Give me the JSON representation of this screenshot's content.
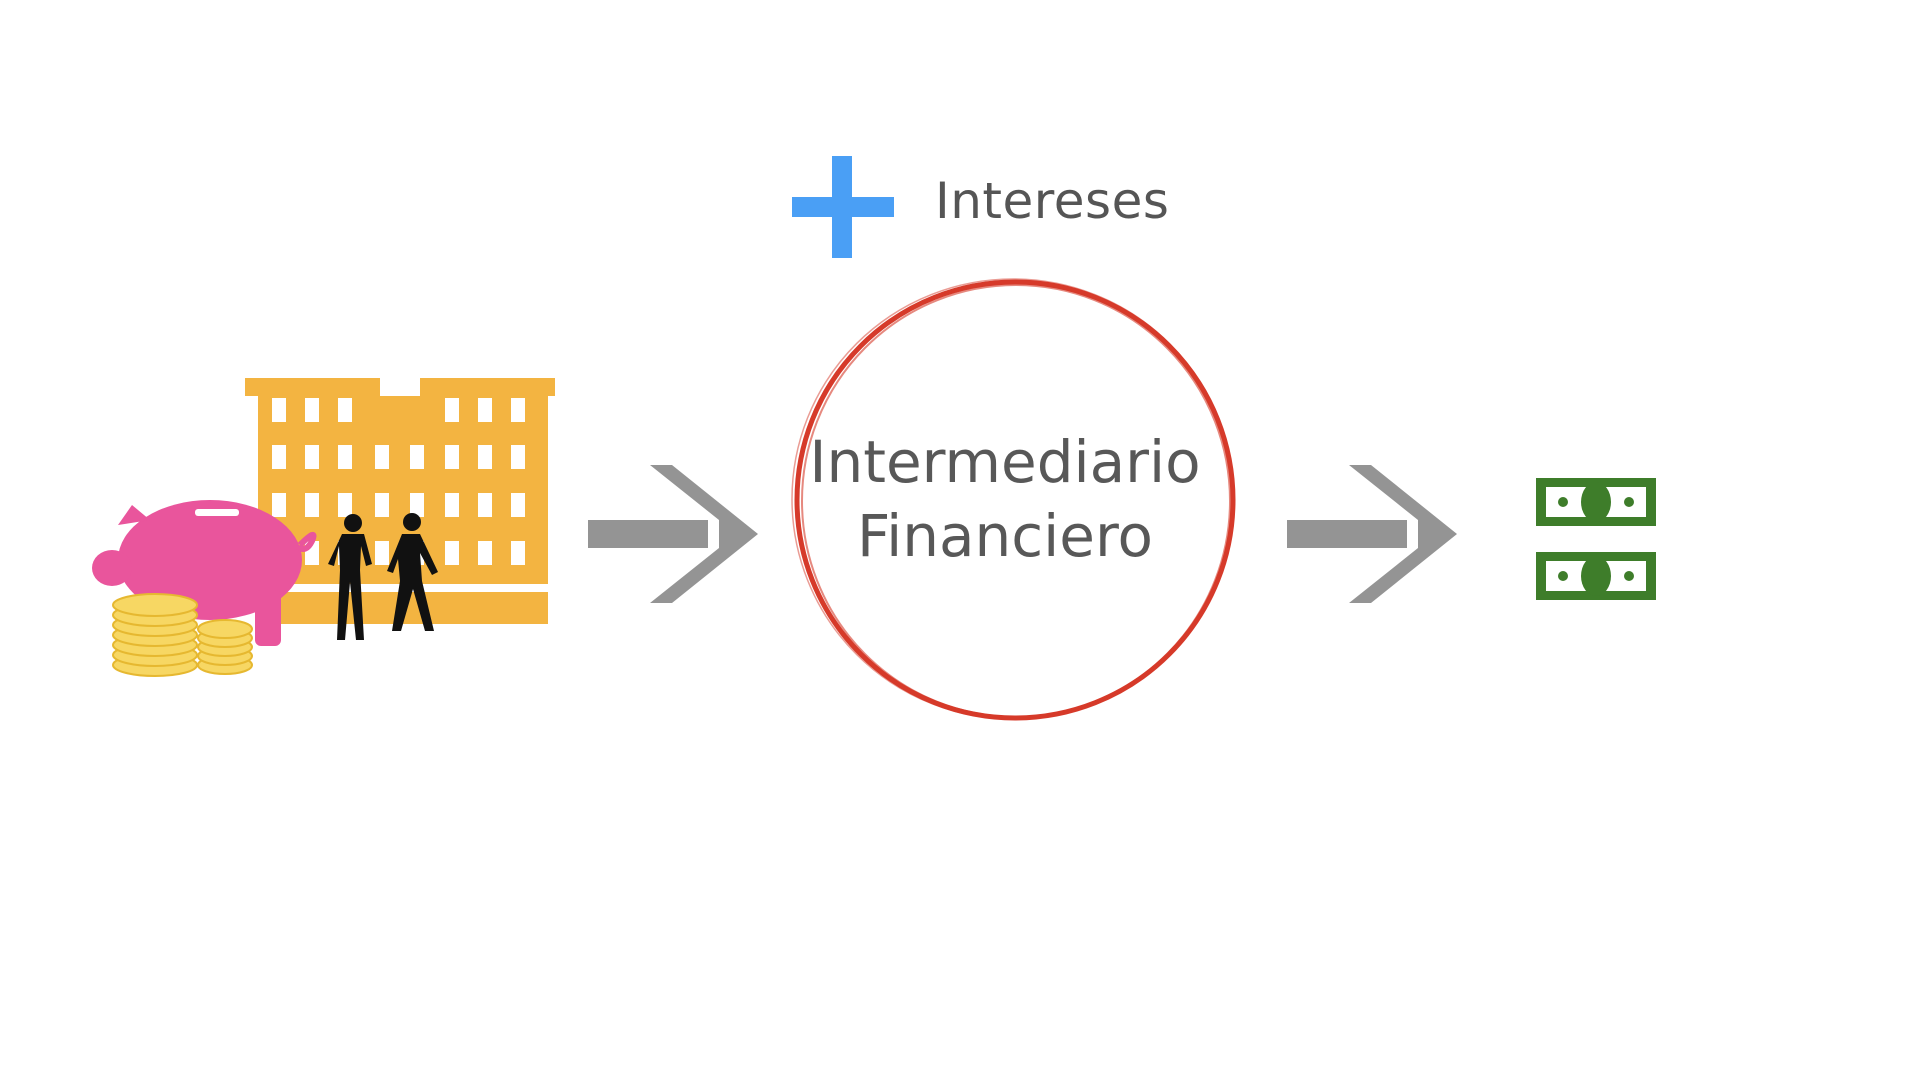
{
  "diagram": {
    "interest_label": "Intereses",
    "center_line1": "Intermediario",
    "center_line2": "Financiero",
    "colors": {
      "plus": "#4A9FF5",
      "circle": "#D63A2A",
      "arrow": "#949494",
      "building": "#F3B441",
      "piggy": "#E9559C",
      "coins": "#F7D763",
      "money": "#3E7D2A",
      "text": "#585858"
    },
    "icons": {
      "plus": "plus-icon",
      "building": "building-icon",
      "piggy_bank": "piggy-bank-icon",
      "coins": "coin-stack-icon",
      "people": "people-silhouette-icon",
      "arrow_1": "arrow-right-icon",
      "arrow_2": "arrow-right-icon",
      "banknotes": "banknote-icon"
    }
  }
}
